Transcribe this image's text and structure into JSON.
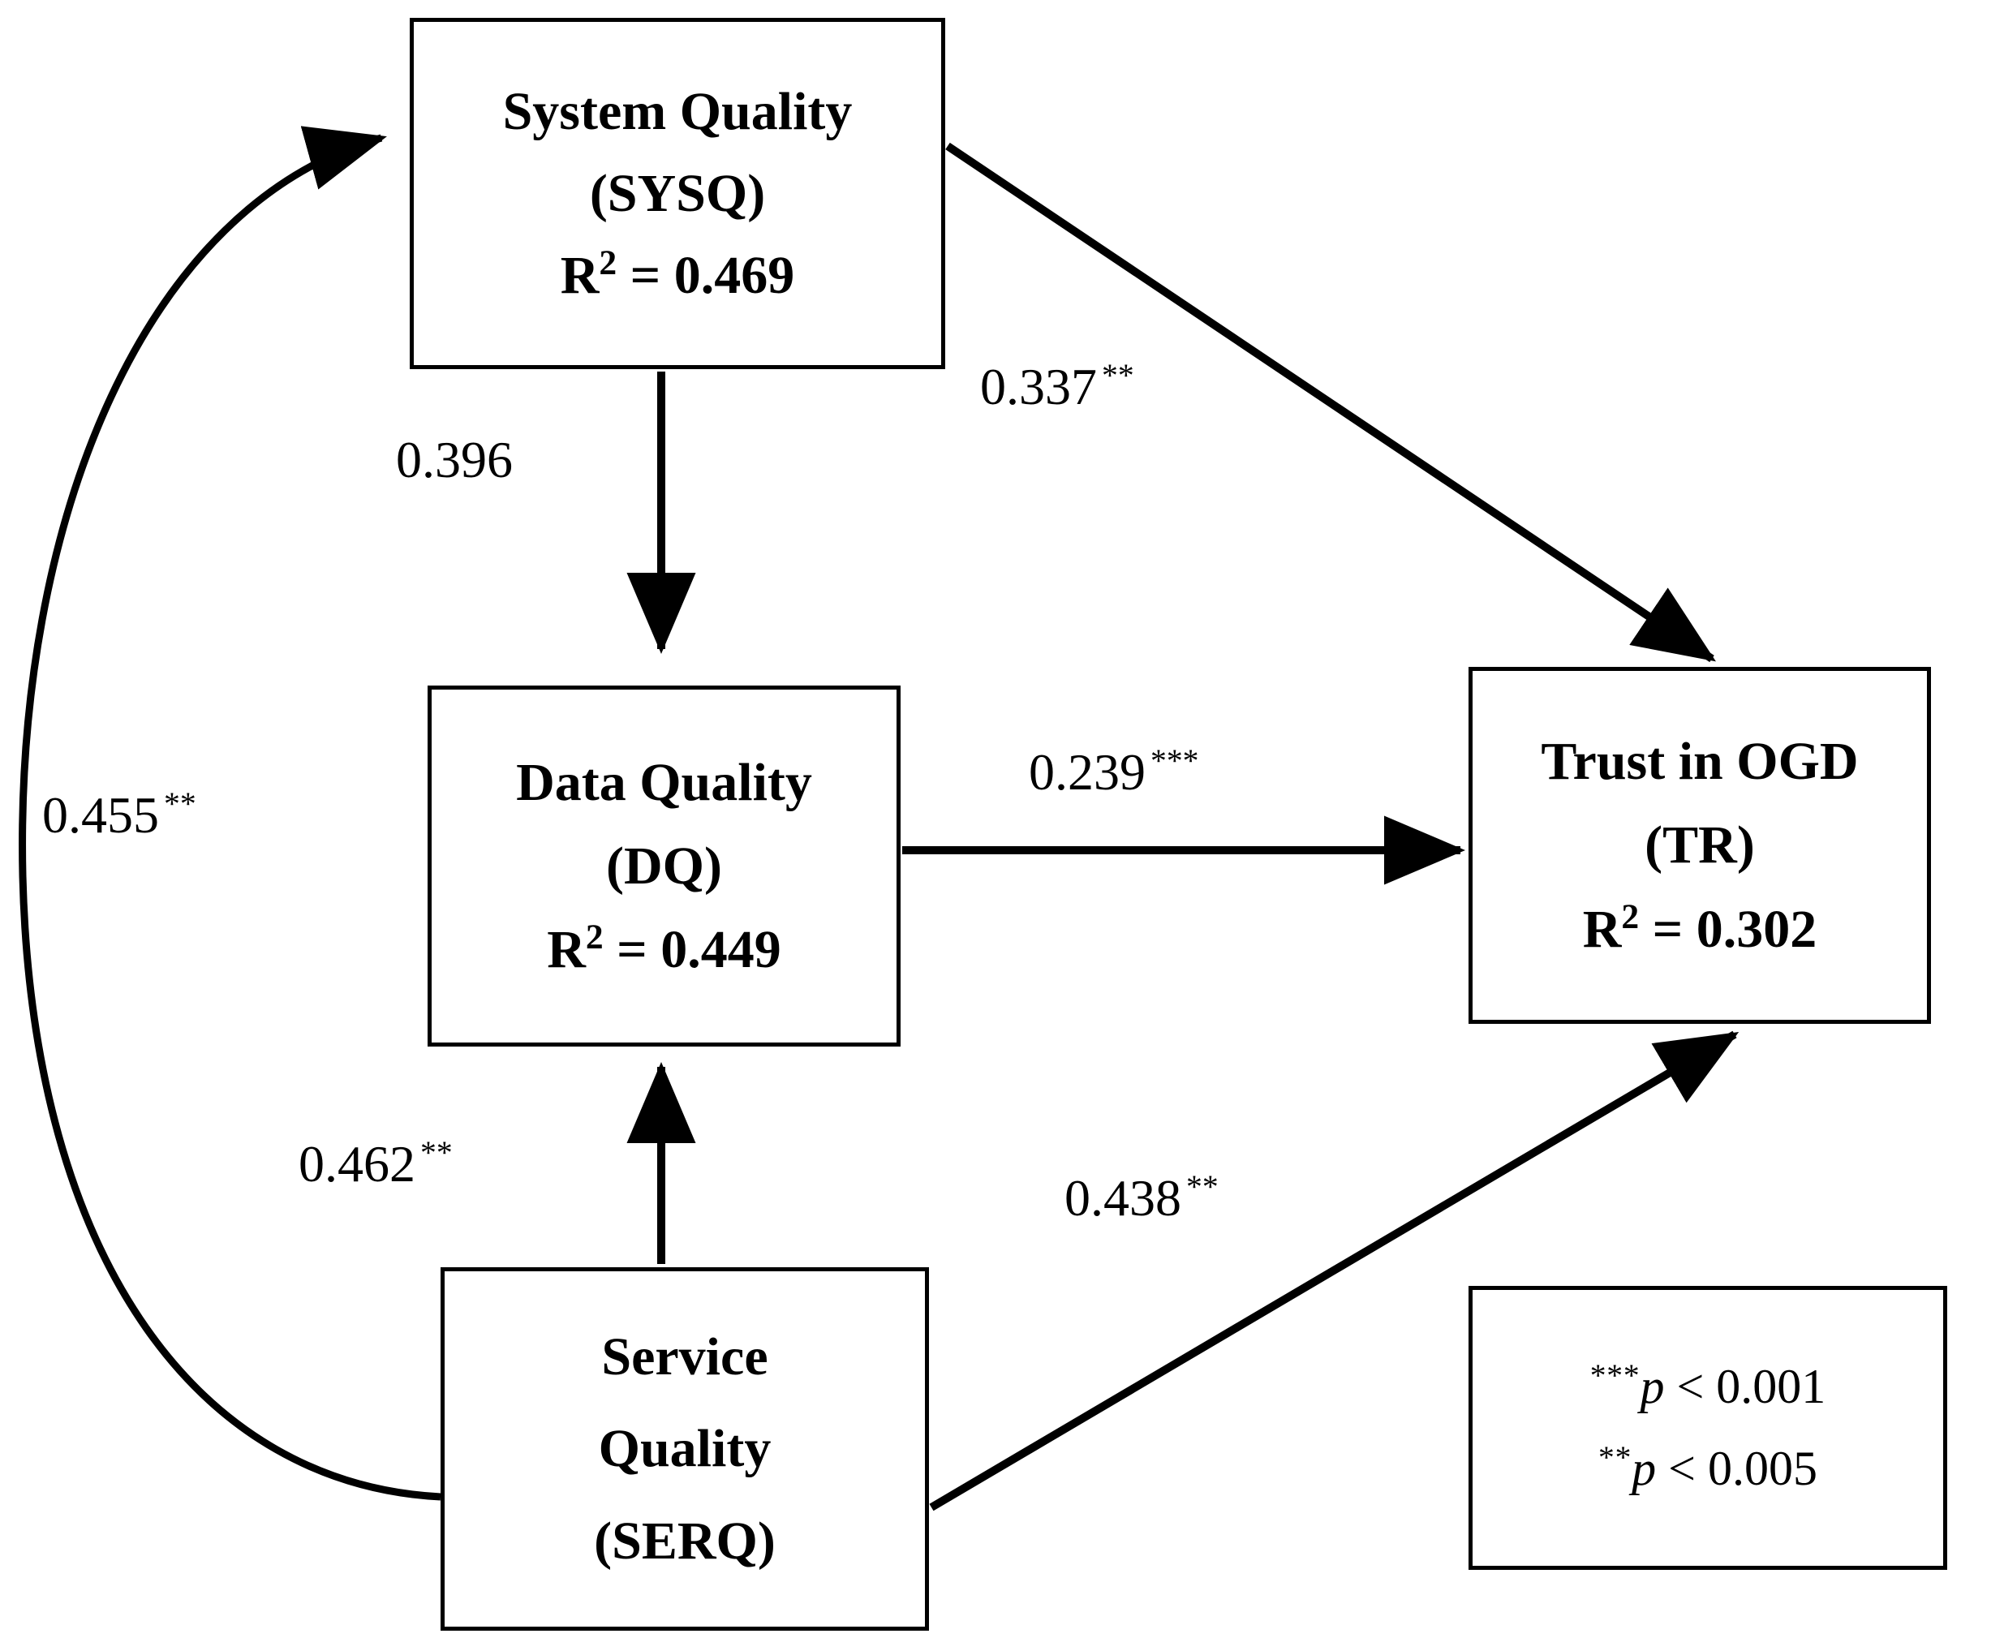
{
  "diagram": {
    "type": "structural-equation-path-model",
    "nodes": [
      {
        "id": "SYSQ",
        "name": "System Quality",
        "abbrev": "(SYSQ)",
        "r2_prefix": "R",
        "r2_exp": "2",
        "r2_value": " = 0.469"
      },
      {
        "id": "DQ",
        "name": "Data Quality",
        "abbrev": "(DQ)",
        "r2_prefix": "R",
        "r2_exp": "2",
        "r2_value": " = 0.449"
      },
      {
        "id": "TR",
        "name": "Trust in OGD",
        "abbrev": "(TR)",
        "r2_prefix": "R",
        "r2_exp": "2",
        "r2_value": " = 0.302"
      },
      {
        "id": "SERQ",
        "name_line1": "Service",
        "name_line2": "Quality",
        "abbrev": "(SERQ)"
      }
    ],
    "edges": [
      {
        "id": "serq-to-sysq",
        "from": "SERQ",
        "to": "SYSQ",
        "coefficient": "0.455",
        "stars": "**",
        "style": "curved"
      },
      {
        "id": "sysq-to-dq",
        "from": "SYSQ",
        "to": "DQ",
        "coefficient": "0.396",
        "stars": "",
        "style": "straight-vertical"
      },
      {
        "id": "sysq-to-tr",
        "from": "SYSQ",
        "to": "TR",
        "coefficient": "0.337",
        "stars": "**",
        "style": "straight-diagonal"
      },
      {
        "id": "dq-to-tr",
        "from": "DQ",
        "to": "TR",
        "coefficient": "0.239",
        "stars": "***",
        "style": "straight-horizontal"
      },
      {
        "id": "serq-to-dq",
        "from": "SERQ",
        "to": "DQ",
        "coefficient": "0.462",
        "stars": "**",
        "style": "straight-vertical"
      },
      {
        "id": "serq-to-tr",
        "from": "SERQ",
        "to": "TR",
        "coefficient": "0.438",
        "stars": "**",
        "style": "straight-diagonal"
      }
    ],
    "legend": {
      "rows": [
        {
          "stars": "***",
          "text_p": "p",
          "text_rest": " < 0.001"
        },
        {
          "stars": "**",
          "text_p": "p",
          "text_rest": " < 0.005"
        }
      ]
    },
    "colors": {
      "stroke": "#000000",
      "background": "#ffffff",
      "text": "#000000"
    }
  }
}
